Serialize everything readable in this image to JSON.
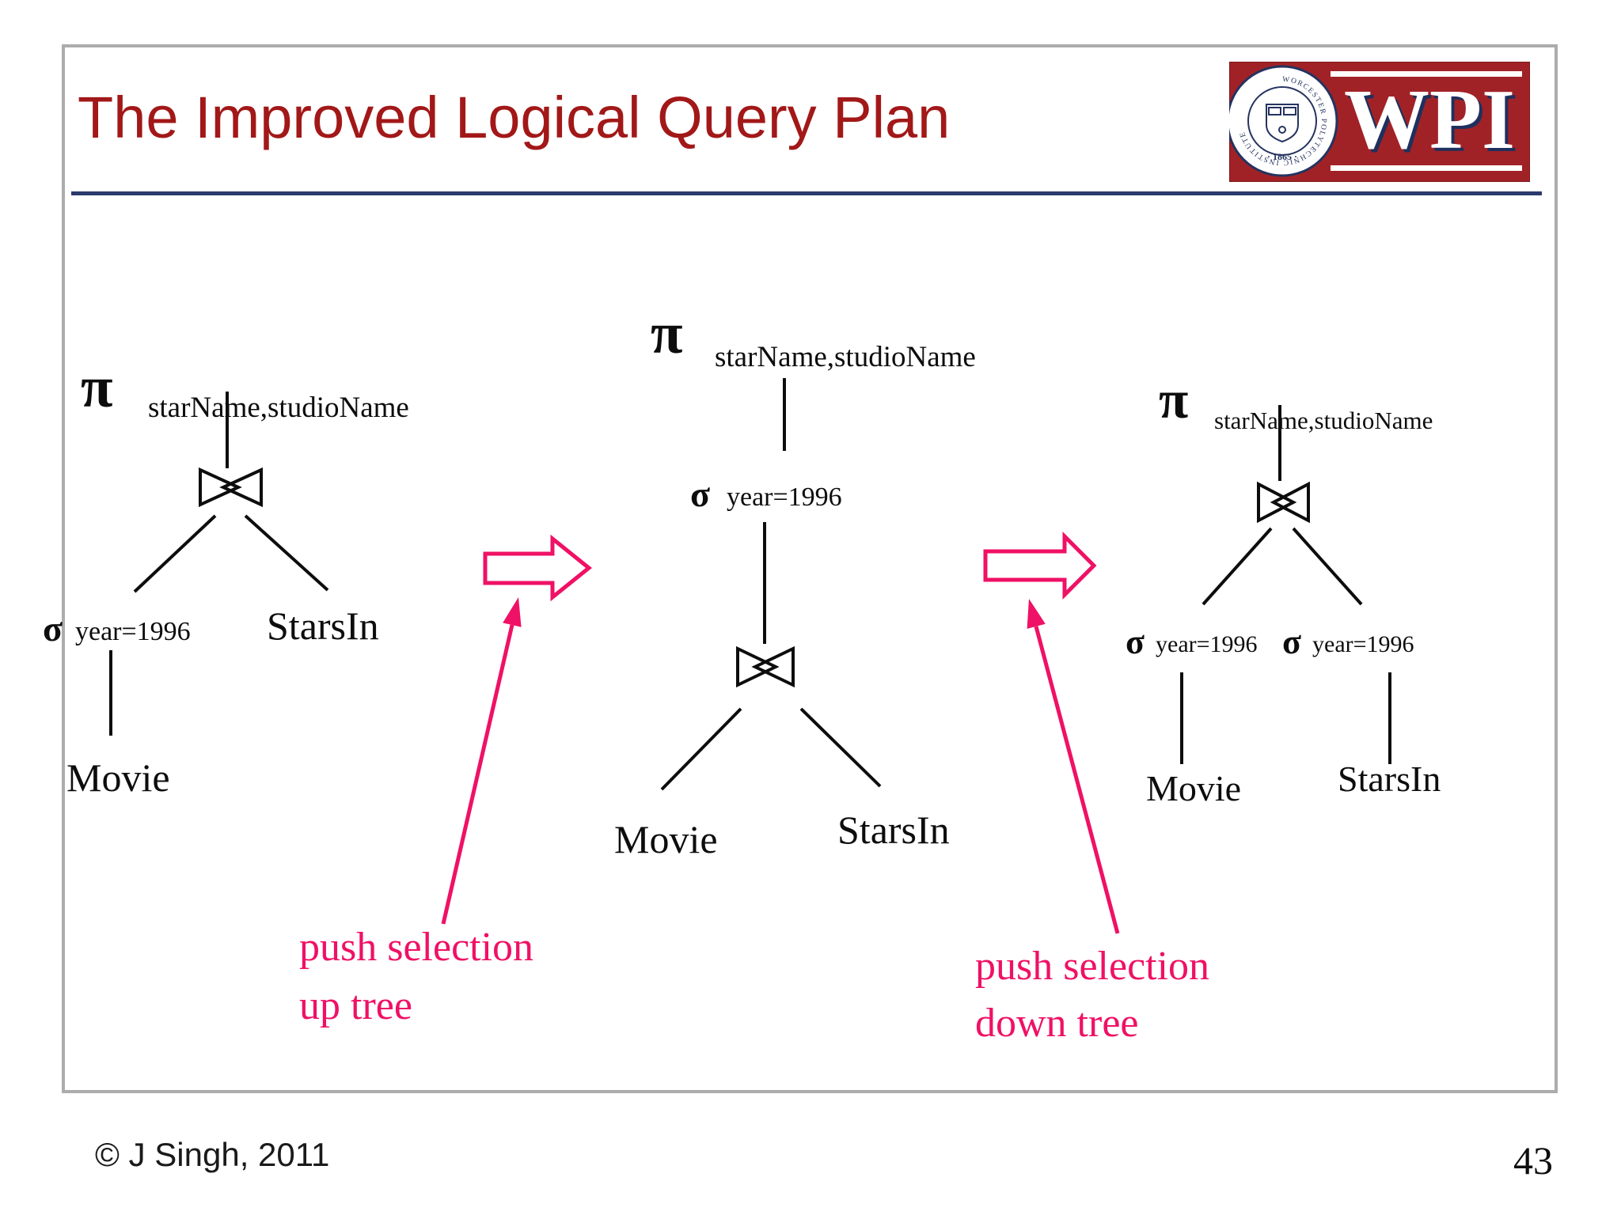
{
  "slide": {
    "title": "The Improved Logical Query Plan",
    "footer_copyright": "© J Singh, 2011",
    "page_number": "43"
  },
  "logo": {
    "acronym": "WPI",
    "seal_text": "WORCESTER POLYTECHNIC INSTITUTE",
    "seal_year": "· 1865 ·"
  },
  "symbols": {
    "project": "π",
    "select": "σ"
  },
  "trees": {
    "left": {
      "projection_args": "starName,studioName",
      "selection_condition": "year=1996",
      "leaf_left": "Movie",
      "leaf_right": "StarsIn"
    },
    "middle": {
      "projection_args": "starName,studioName",
      "selection_condition": "year=1996",
      "leaf_left": "Movie",
      "leaf_right": "StarsIn"
    },
    "right": {
      "projection_args": "starName,studioName",
      "selection_left_condition": "year=1996",
      "selection_right_condition": "year=1996",
      "leaf_left": "Movie",
      "leaf_right": "StarsIn"
    }
  },
  "annotations": {
    "up": {
      "line1": "push selection",
      "line2": "up tree"
    },
    "down": {
      "line1": "push selection",
      "line2": "down tree"
    }
  },
  "colors": {
    "accent_pink": "#ef1165",
    "title_red": "#a21818",
    "rule_navy": "#2b3a6d",
    "logo_red": "#a12226"
  }
}
